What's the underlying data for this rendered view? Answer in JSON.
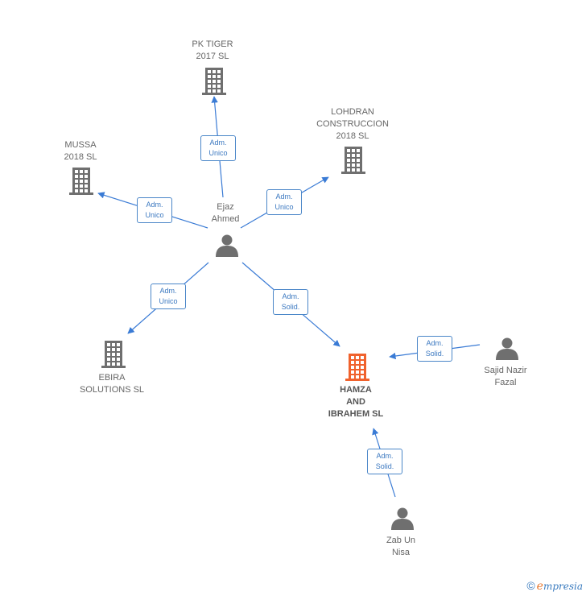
{
  "nodes": [
    {
      "id": "pk",
      "kind": "company",
      "lines": [
        "PK TIGER",
        "2017  SL"
      ]
    },
    {
      "id": "lohdran",
      "kind": "company",
      "lines": [
        "LOHDRAN",
        "CONSTRUCCION",
        "2018  SL"
      ]
    },
    {
      "id": "mussa",
      "kind": "company",
      "lines": [
        "MUSSA",
        "2018  SL"
      ]
    },
    {
      "id": "ejaz",
      "kind": "person",
      "lines": [
        "Ejaz",
        "Ahmed"
      ]
    },
    {
      "id": "ebira",
      "kind": "company",
      "lines": [
        "EBIRA",
        "SOLUTIONS SL"
      ]
    },
    {
      "id": "hamza",
      "kind": "focus",
      "lines": [
        "HAMZA",
        "AND",
        "IBRAHEM  SL"
      ]
    },
    {
      "id": "sajid",
      "kind": "person",
      "lines": [
        "Sajid Nazir",
        "Fazal"
      ]
    },
    {
      "id": "zab",
      "kind": "person",
      "lines": [
        "Zab Un",
        "Nisa"
      ]
    }
  ],
  "edges": [
    {
      "id": "ejaz-pk",
      "lines": [
        "Adm.",
        "Unico"
      ]
    },
    {
      "id": "ejaz-lohdran",
      "lines": [
        "Adm.",
        "Unico"
      ]
    },
    {
      "id": "ejaz-mussa",
      "lines": [
        "Adm.",
        "Unico"
      ]
    },
    {
      "id": "ejaz-ebira",
      "lines": [
        "Adm.",
        "Unico"
      ]
    },
    {
      "id": "ejaz-hamza",
      "lines": [
        "Adm.",
        "Solid."
      ]
    },
    {
      "id": "sajid-hamza",
      "lines": [
        "Adm.",
        "Solid."
      ]
    },
    {
      "id": "zab-hamza",
      "lines": [
        "Adm.",
        "Solid."
      ]
    }
  ],
  "colors": {
    "edge": "#3a7bd5",
    "company": "#6f6f6f",
    "person": "#6f6f6f",
    "focus": "#f0622d"
  },
  "footer": {
    "copyright": "©",
    "brand_first": "e",
    "brand_rest": "mpresia"
  }
}
